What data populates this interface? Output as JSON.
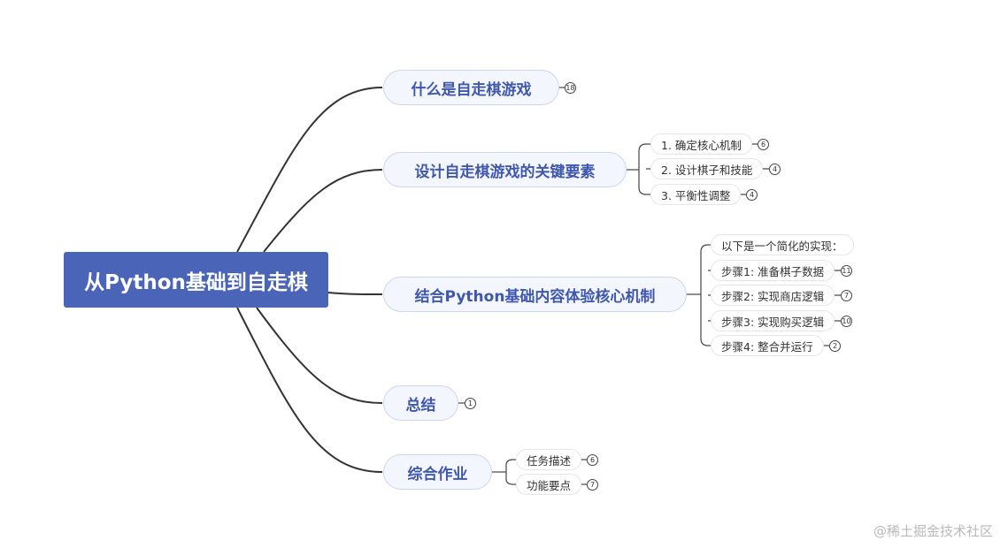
{
  "root": {
    "label": "从Python基础到自走棋"
  },
  "topics": [
    {
      "label": "什么是自走棋游戏",
      "count": "18",
      "children": []
    },
    {
      "label": "设计自走棋游戏的关键要素",
      "count": "",
      "children": [
        {
          "label": "1. 确定核心机制",
          "count": "6"
        },
        {
          "label": "2. 设计棋子和技能",
          "count": "4"
        },
        {
          "label": "3. 平衡性调整",
          "count": "4"
        }
      ]
    },
    {
      "label": "结合Python基础内容体验核心机制",
      "count": "",
      "children": [
        {
          "label": "以下是一个简化的实现：",
          "count": ""
        },
        {
          "label": "步骤1: 准备棋子数据",
          "count": "11"
        },
        {
          "label": "步骤2: 实现商店逻辑",
          "count": "7"
        },
        {
          "label": "步骤3: 实现购买逻辑",
          "count": "10"
        },
        {
          "label": "步骤4: 整合并运行",
          "count": "2"
        }
      ]
    },
    {
      "label": "总结",
      "count": "1",
      "children": []
    },
    {
      "label": "综合作业",
      "count": "",
      "children": [
        {
          "label": "任务描述",
          "count": "6"
        },
        {
          "label": "功能要点",
          "count": "7"
        }
      ]
    }
  ],
  "colors": {
    "root_fill": "#4a64b8",
    "topic_fill": "#f4f6fe",
    "topic_border": "#cdd5f3",
    "topic_text": "#3f58ad",
    "line": "#333333"
  },
  "watermark": "@稀土掘金技术社区"
}
